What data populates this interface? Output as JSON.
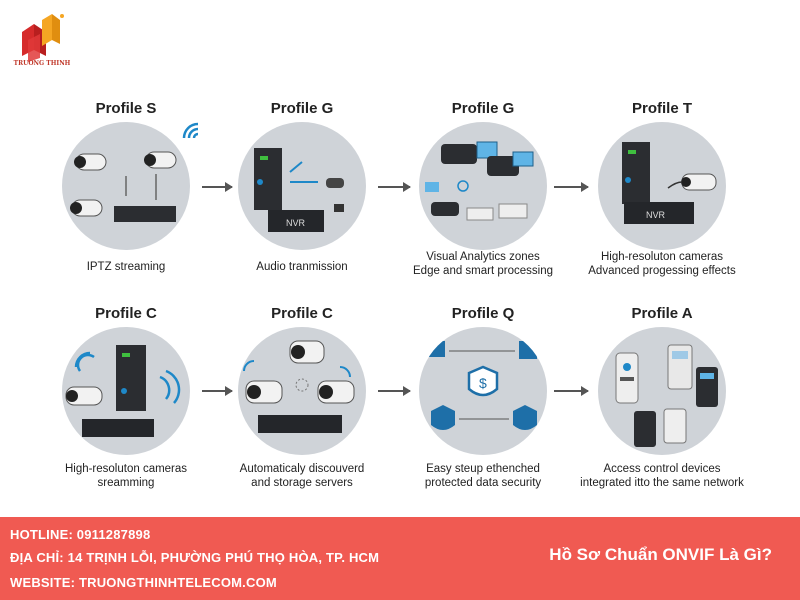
{
  "brand": {
    "name": "TRUONG THINH",
    "colors": [
      "#d62b2b",
      "#f5a623",
      "#e03a3a"
    ]
  },
  "profiles": [
    {
      "title": "Profile S",
      "caption": [
        "IPTZ streaming"
      ],
      "icon": "ip-cameras-nvr"
    },
    {
      "title": "Profile G",
      "caption": [
        "Audio tranmission"
      ],
      "icon": "server-nvr-audio"
    },
    {
      "title": "Profile G",
      "caption": [
        "Visual Analytics zones",
        "Edge and smart processing"
      ],
      "icon": "analytics-cameras"
    },
    {
      "title": "Profile T",
      "caption": [
        "High-resoluton cameras",
        "Advanced progessing effects"
      ],
      "icon": "nvr-camera"
    },
    {
      "title": "Profile C",
      "caption": [
        "High-resoluton cameras",
        "sreamming"
      ],
      "icon": "camera-server-wifi"
    },
    {
      "title": "Profile C",
      "caption": [
        "Automaticaly discouverd",
        "and storage servers"
      ],
      "icon": "cameras-discovery"
    },
    {
      "title": "Profile Q",
      "caption": [
        "Easy steup ethenched",
        "protected data security"
      ],
      "icon": "security-shields"
    },
    {
      "title": "Profile A",
      "caption": [
        "Access control devices",
        "integrated itto the same network"
      ],
      "icon": "access-control-devices"
    }
  ],
  "device_labels": {
    "nvr": "NVR"
  },
  "footer": {
    "hotline": "HOTLINE: 0911287898",
    "address": "ĐỊA CHỈ: 14 TRỊNH LỖI, PHƯỜNG PHÚ THỌ HÒA, TP. HCM",
    "website": "WEBSITE: TRUONGTHINHTELECOM.COM",
    "heading": "Hồ Sơ Chuẩn ONVIF Là Gì?",
    "background": "#f05a52"
  }
}
